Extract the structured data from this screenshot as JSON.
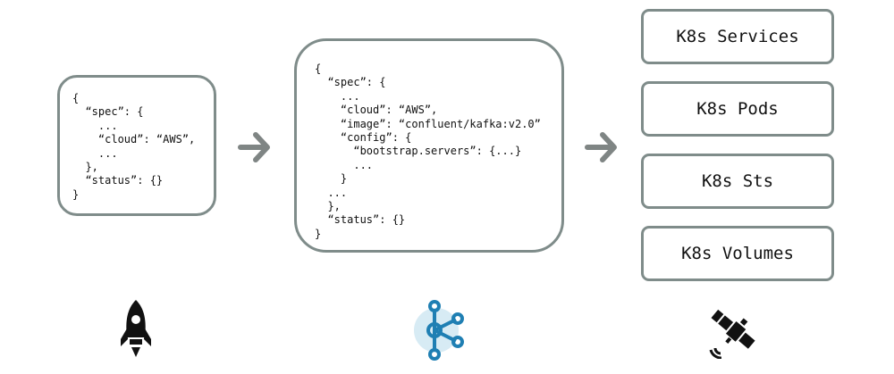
{
  "small_spec": {
    "lines": [
      "{",
      "  “spec”: {",
      "    ...",
      "    “cloud”: “AWS”,",
      "    ...",
      "  },",
      "  “status”: {}",
      "}"
    ]
  },
  "full_spec": {
    "lines": [
      "{",
      "  “spec”: {",
      "    ...",
      "    “cloud”: “AWS”,",
      "    “image”: “confluent/kafka:v2.0”",
      "    “config”: {",
      "      “bootstrap.servers”: {...}",
      "      ...",
      "    }",
      "  ...",
      "  },",
      "  “status”: {}",
      "}"
    ]
  },
  "k8s_resources": [
    {
      "label": "K8s Services"
    },
    {
      "label": "K8s Pods"
    },
    {
      "label": "K8s Sts"
    },
    {
      "label": "K8s Volumes"
    }
  ],
  "icons": {
    "left": "rocket-icon",
    "middle": "kafka-icon",
    "right": "satellite-icon"
  },
  "colors": {
    "border": "#7f8c8a",
    "arrow": "#7f8584",
    "kafka": "#1f7fb3",
    "kafka_bg": "#d7ebf4"
  }
}
